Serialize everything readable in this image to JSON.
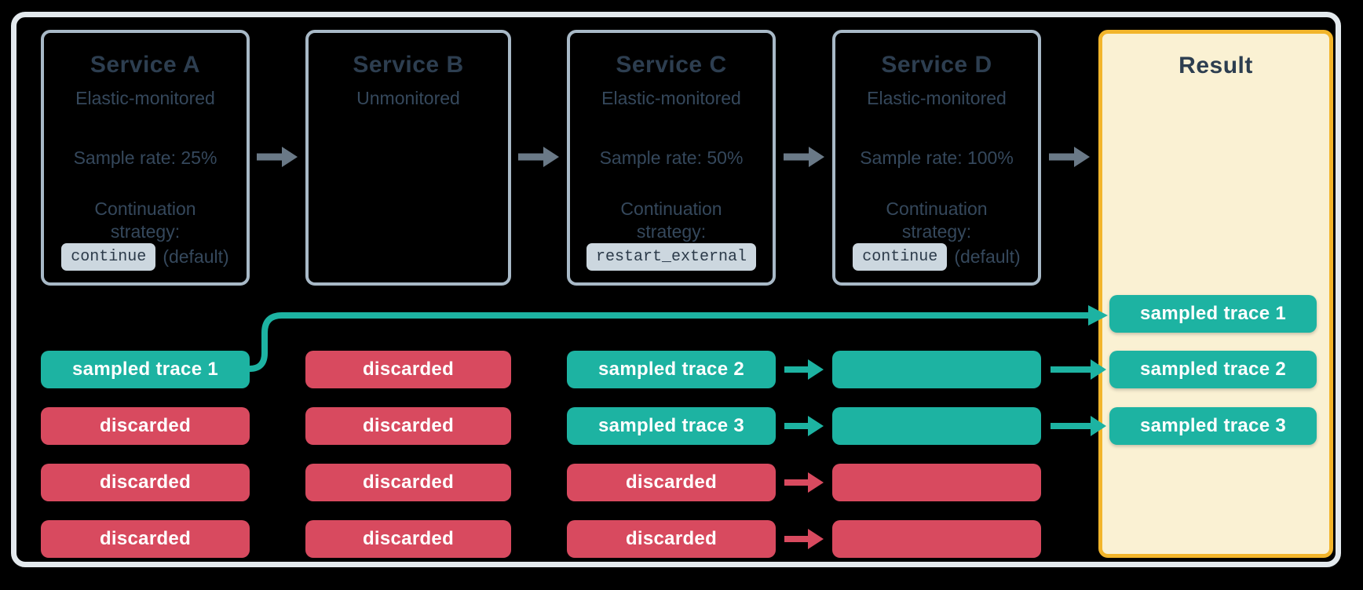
{
  "colors": {
    "background": "#000000",
    "sampled": "#1db3a2",
    "discarded": "#d84a5f",
    "flow_arrow": "#6a7987",
    "service_border": "#a8b9c7",
    "outer_border": "#e4eaee",
    "ink": "#2d3e50",
    "body_text": "#35485c",
    "badge_bg": "#ccd7df",
    "badge_text": "#2b3a49",
    "result_bg": "#faf1d3",
    "result_border": "#f2b52b",
    "pill_text": "#ffffff"
  },
  "services": [
    {
      "title": "Service A",
      "monitoring": "Elastic-monitored",
      "sample_rate": "Sample rate: 25%",
      "continuation_label": "Continuation strategy:",
      "strategy_code": "continue",
      "strategy_suffix": "(default)"
    },
    {
      "title": "Service B",
      "monitoring": "Unmonitored"
    },
    {
      "title": "Service C",
      "monitoring": "Elastic-monitored",
      "sample_rate": "Sample rate: 50%",
      "continuation_label": "Continuation strategy:",
      "strategy_code": "restart_external"
    },
    {
      "title": "Service D",
      "monitoring": "Elastic-monitored",
      "sample_rate": "Sample rate: 100%",
      "continuation_label": "Continuation strategy:",
      "strategy_code": "continue",
      "strategy_suffix": "(default)"
    }
  ],
  "result": {
    "title": "Result",
    "pills": [
      {
        "label": "sampled trace 1",
        "kind": "sampled"
      },
      {
        "label": "sampled trace 2",
        "kind": "sampled"
      },
      {
        "label": "sampled trace 3",
        "kind": "sampled"
      }
    ]
  },
  "trace_grid": [
    {
      "service": "Service A",
      "pills": [
        {
          "label": "sampled trace 1",
          "kind": "sampled"
        },
        {
          "label": "discarded",
          "kind": "discarded"
        },
        {
          "label": "discarded",
          "kind": "discarded"
        },
        {
          "label": "discarded",
          "kind": "discarded"
        }
      ]
    },
    {
      "service": "Service B",
      "pills": [
        {
          "label": "discarded",
          "kind": "discarded"
        },
        {
          "label": "discarded",
          "kind": "discarded"
        },
        {
          "label": "discarded",
          "kind": "discarded"
        },
        {
          "label": "discarded",
          "kind": "discarded"
        }
      ]
    },
    {
      "service": "Service C",
      "pills": [
        {
          "label": "sampled trace 2",
          "kind": "sampled"
        },
        {
          "label": "sampled trace 3",
          "kind": "sampled"
        },
        {
          "label": "discarded",
          "kind": "discarded"
        },
        {
          "label": "discarded",
          "kind": "discarded"
        }
      ]
    },
    {
      "service": "Service D",
      "pills": [
        {
          "label": "",
          "kind": "sampled"
        },
        {
          "label": "",
          "kind": "sampled"
        },
        {
          "label": "",
          "kind": "discarded"
        },
        {
          "label": "",
          "kind": "discarded"
        }
      ]
    }
  ],
  "connectors": {
    "cd_arrows": [
      "sampled",
      "sampled",
      "discarded",
      "discarded"
    ],
    "dr_arrows": [
      {
        "row": 0,
        "kind": "sampled"
      },
      {
        "row": 1,
        "kind": "sampled"
      }
    ],
    "continuation_curve": {
      "from": "Service A sampled trace 1",
      "to": "Result sampled trace 1",
      "kind": "sampled"
    }
  }
}
